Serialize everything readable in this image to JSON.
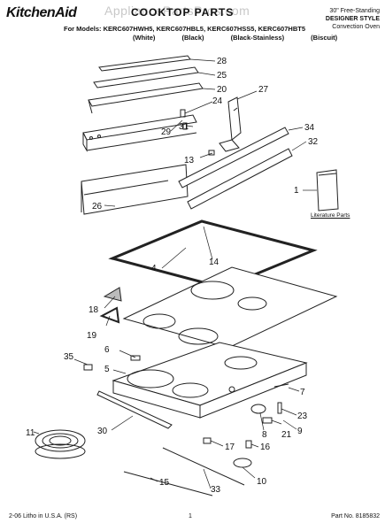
{
  "header": {
    "brand": "KitchenAid",
    "watermark": "AppliancePartsPros.com",
    "title": "COOKTOP PARTS",
    "right_line1": "30\" Free-Standing",
    "right_line2": "DESIGNER STYLE",
    "right_line3": "Convection Oven",
    "models_line": "For Models: KERC607HWH5, KERC607HBL5, KERC607HSS5, KERC607HBT5",
    "colors": [
      "(White)",
      "(Black)",
      "(Black-Stainless)",
      "(Biscuit)"
    ]
  },
  "literature_label": "Literature Parts",
  "callouts": [
    {
      "id": "c28",
      "text": "28"
    },
    {
      "id": "c25",
      "text": "25"
    },
    {
      "id": "c20",
      "text": "20"
    },
    {
      "id": "c24",
      "text": "24"
    },
    {
      "id": "c27",
      "text": "27"
    },
    {
      "id": "c29",
      "text": "29"
    },
    {
      "id": "c31",
      "text": "31"
    },
    {
      "id": "c34",
      "text": "34"
    },
    {
      "id": "c32",
      "text": "32"
    },
    {
      "id": "c13",
      "text": "13"
    },
    {
      "id": "c1",
      "text": "1"
    },
    {
      "id": "c26",
      "text": "26"
    },
    {
      "id": "c14",
      "text": "14"
    },
    {
      "id": "c4",
      "text": "4"
    },
    {
      "id": "c18",
      "text": "18"
    },
    {
      "id": "c19",
      "text": "19"
    },
    {
      "id": "c6",
      "text": "6"
    },
    {
      "id": "c35",
      "text": "35"
    },
    {
      "id": "c5",
      "text": "5"
    },
    {
      "id": "c7",
      "text": "7"
    },
    {
      "id": "c23",
      "text": "23"
    },
    {
      "id": "c8",
      "text": "8"
    },
    {
      "id": "c21",
      "text": "21"
    },
    {
      "id": "c9",
      "text": "9"
    },
    {
      "id": "c11",
      "text": "11"
    },
    {
      "id": "c30",
      "text": "30"
    },
    {
      "id": "c17",
      "text": "17"
    },
    {
      "id": "c16",
      "text": "16"
    },
    {
      "id": "c33",
      "text": "33"
    },
    {
      "id": "c10",
      "text": "10"
    },
    {
      "id": "c15",
      "text": "15"
    }
  ],
  "footer": {
    "left": "2-06 Litho in U.S.A. (RS)",
    "page": "1",
    "part_no": "Part No. 8185832"
  }
}
